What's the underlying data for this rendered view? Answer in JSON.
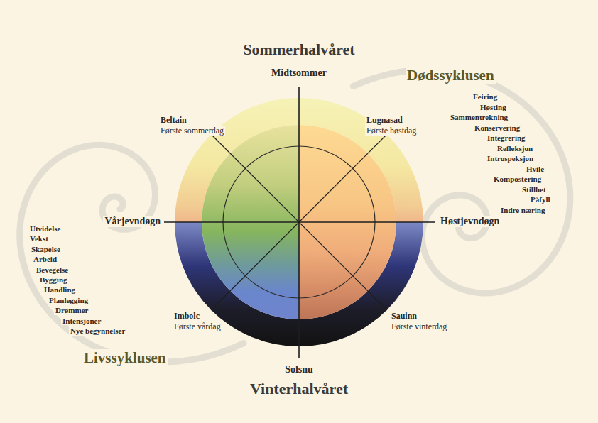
{
  "diagram": {
    "labels": [
      "Sommerhalvåret",
      "Midtsommer",
      "Beltain",
      "Første sommerdag",
      "Lugnasad",
      "Første høstdag",
      "Dødssyklusen",
      "Feiring",
      "Høsting",
      "Sammentrekning",
      "Konservering",
      "Integrering",
      "Refleksjon",
      "Introspeksjon",
      "Hvile",
      "Kompostering",
      "Stillhet",
      "Påfyll",
      "Indre næring",
      "Vårjevndøgn",
      "Høstjevndøgn",
      "Utvidelse",
      "Vekst",
      "Skapelse",
      "Arbeid",
      "Bevegelse",
      "Bygging",
      "Handling",
      "Planlegging",
      "Drømmer",
      "Intensjoner",
      "Nye begynnelser",
      "Imbolc",
      "Første vårdag",
      "Sauinn",
      "Første vinterdag",
      "Livssyklusen",
      "Solsnu",
      "Vinterhalvåret"
    ]
  }
}
